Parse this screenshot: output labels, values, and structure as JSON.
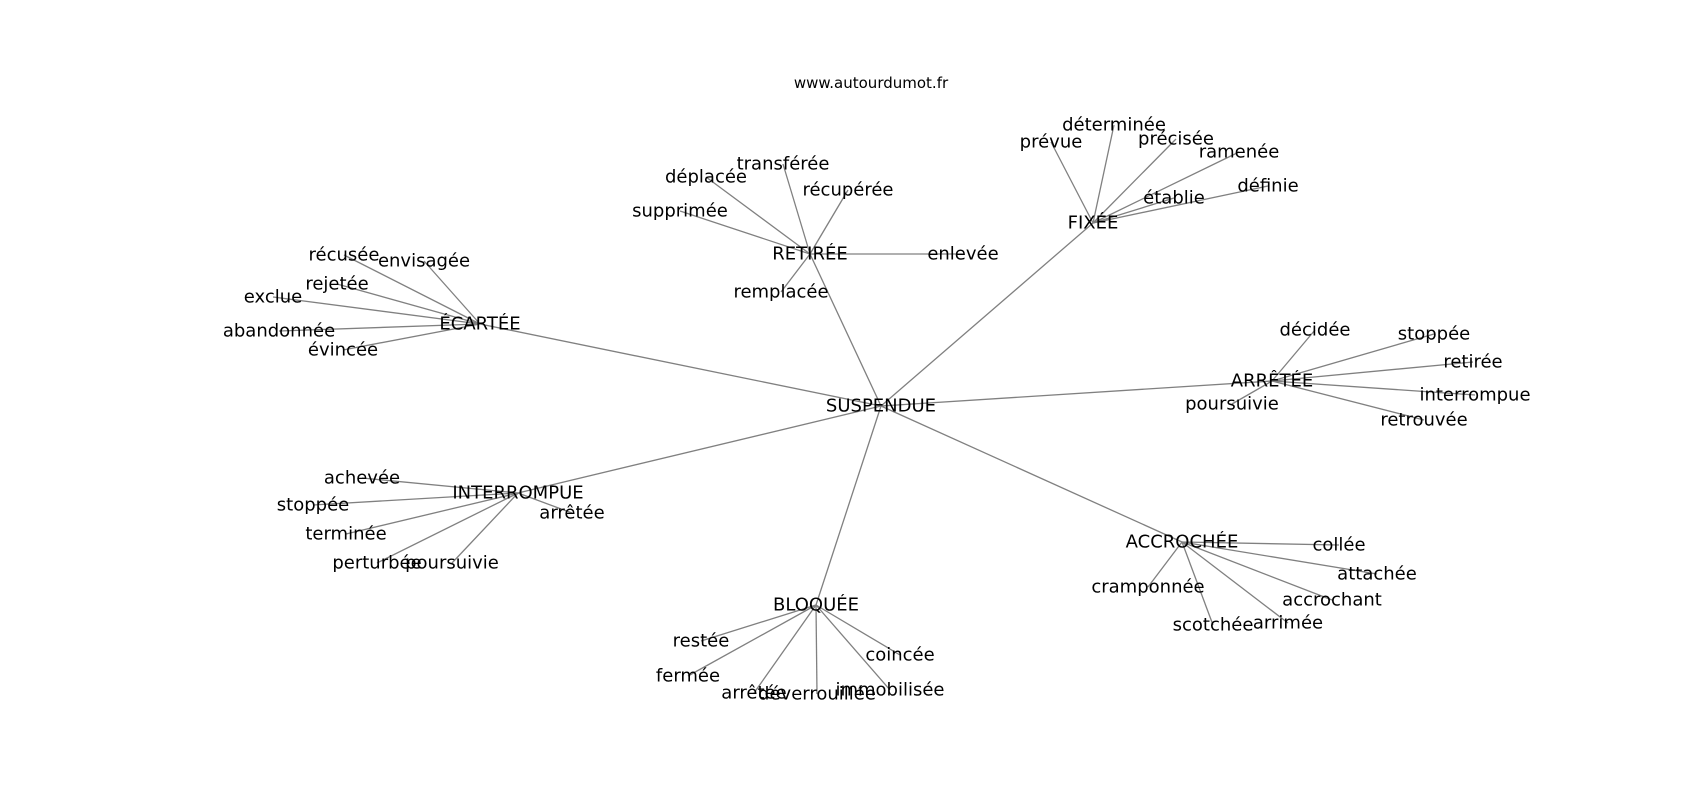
{
  "source": "www.autourdumot.fr",
  "center": "SUSPENDUE",
  "clusters": [
    {
      "label": "ÉCARTÉE",
      "leaves": [
        "récusée",
        "envisagée",
        "rejetée",
        "exclue",
        "abandonnée",
        "évincée"
      ]
    },
    {
      "label": "RETIRÉE",
      "leaves": [
        "transférée",
        "déplacée",
        "récupérée",
        "supprimée",
        "enlevée",
        "remplacée"
      ]
    },
    {
      "label": "FIXÉE",
      "leaves": [
        "déterminée",
        "prévue",
        "précisée",
        "ramenée",
        "définie",
        "établie"
      ]
    },
    {
      "label": "ARRÊTÉE",
      "leaves": [
        "décidée",
        "stoppée",
        "retirée",
        "interrompue",
        "poursuivie",
        "retrouvée"
      ]
    },
    {
      "label": "ACCROCHÉE",
      "leaves": [
        "collée",
        "attachée",
        "cramponnée",
        "accrochant",
        "scotchée",
        "arrimée"
      ]
    },
    {
      "label": "BLOQUÉE",
      "leaves": [
        "restée",
        "coincée",
        "fermée",
        "immobilisée",
        "arrêtée",
        "déverrouillée"
      ]
    },
    {
      "label": "INTERROMPUE",
      "leaves": [
        "achevée",
        "stoppée",
        "terminée",
        "perturbée",
        "poursuivie",
        "arrêtée"
      ]
    }
  ]
}
